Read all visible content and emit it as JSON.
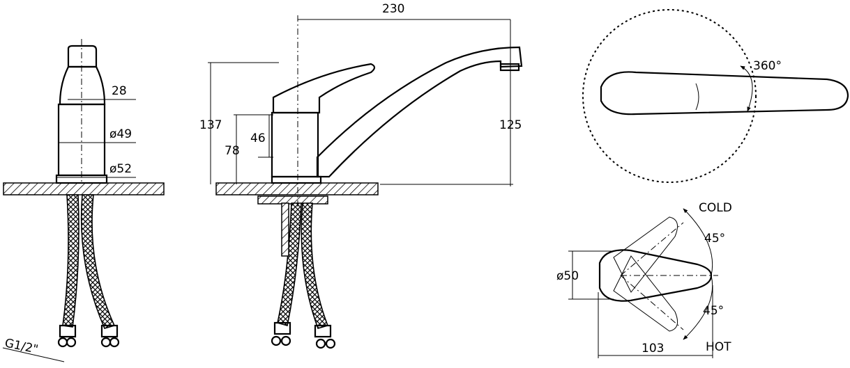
{
  "front_view": {
    "dim_handle_width": "28",
    "dim_body_diameter": "ø49",
    "dim_base_diameter": "ø52",
    "thread_label": "G1/2\""
  },
  "side_view": {
    "dim_spout_reach": "230",
    "dim_total_height": "137",
    "dim_spout_height": "125",
    "dim_body_height": "78",
    "dim_lower_body": "46"
  },
  "top_view": {
    "rotation_label": "360°"
  },
  "handle_view": {
    "cold_label": "COLD",
    "hot_label": "HOT",
    "angle_cold": "45°",
    "angle_hot": "45°",
    "dim_handle_diameter": "ø50",
    "dim_handle_length": "103"
  }
}
